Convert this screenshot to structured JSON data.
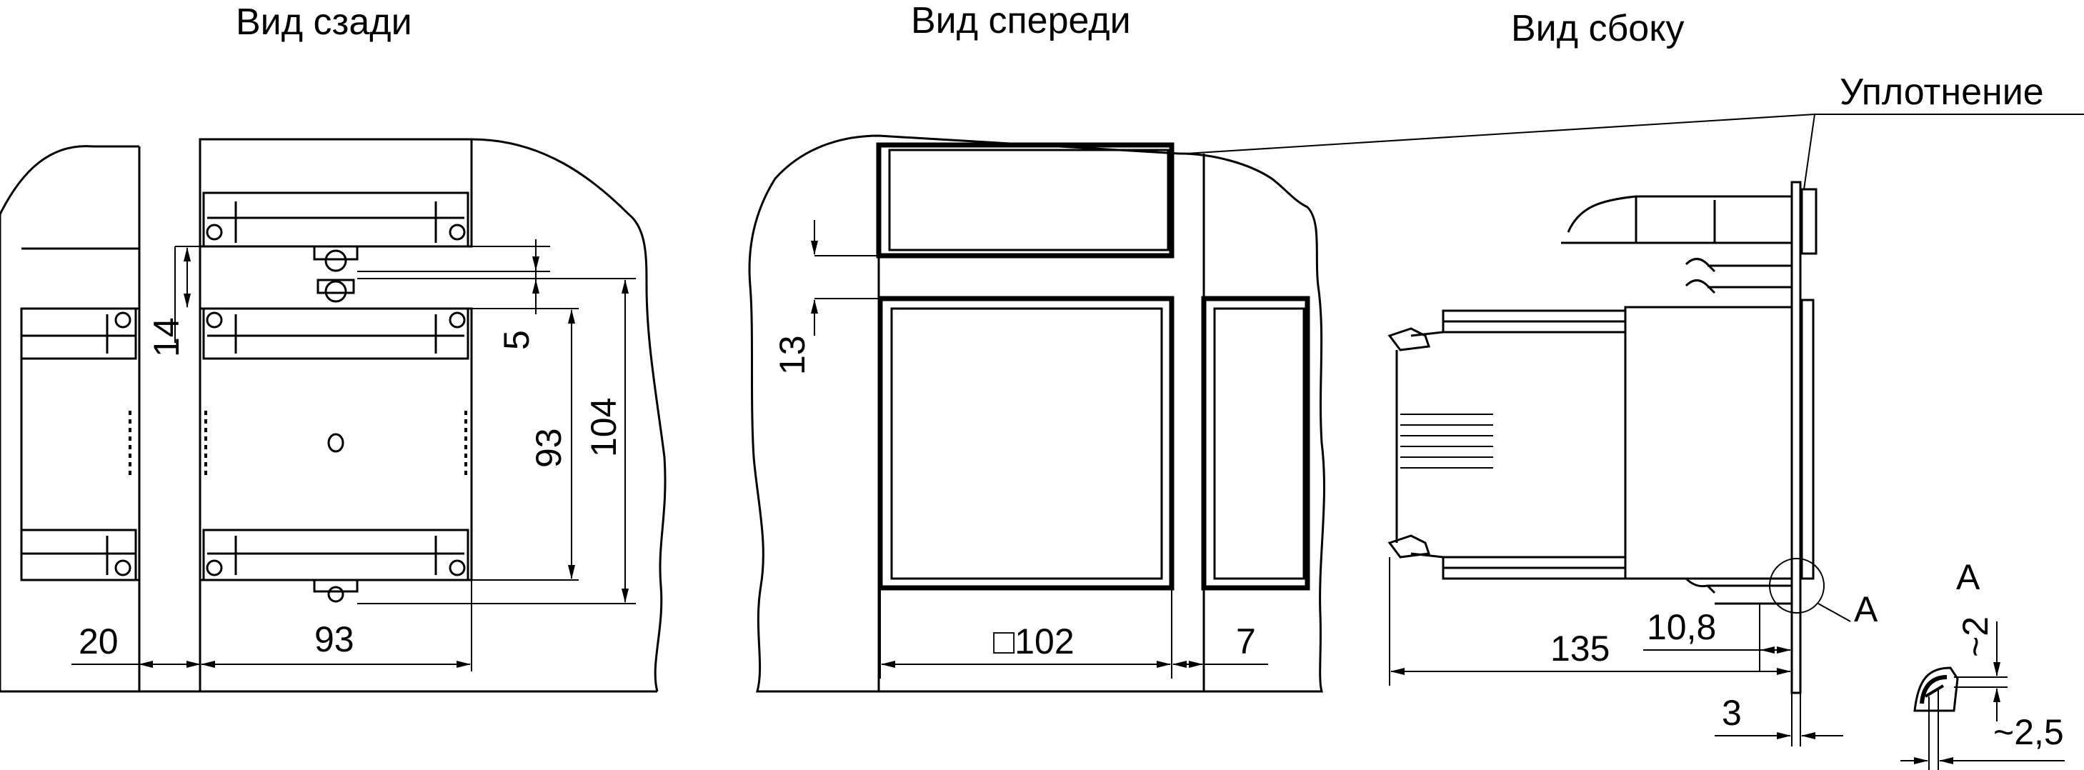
{
  "views": {
    "rear": "Вид сзади",
    "front": "Вид спереди",
    "side": "Вид сбоку"
  },
  "labels": {
    "seal": "Уплотнение",
    "detail_a": "А",
    "detail_a_title": "А"
  },
  "dimensions": {
    "rear_gap_left": "20",
    "rear_width": "93",
    "rear_gap_vert": "14",
    "rear_top_offset": "5",
    "rear_height_inner": "93",
    "rear_height_outer": "104",
    "front_gap": "13",
    "front_size": "□102",
    "front_gap_right": "7",
    "side_depth": "135",
    "side_offset": "10,8",
    "side_panel": "3",
    "detail_seal": "~2",
    "detail_depth": "~2,5"
  }
}
